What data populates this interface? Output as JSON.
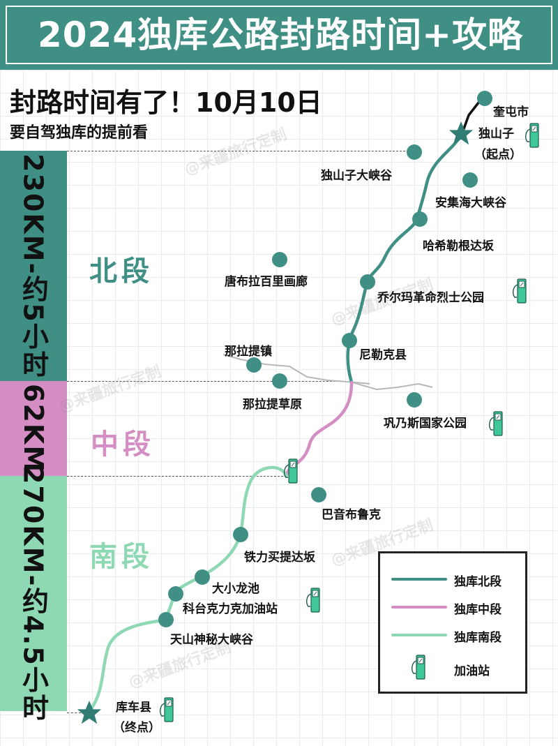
{
  "banner": {
    "title": "2024独库公路封路时间+攻略"
  },
  "headline": "封路时间有了！10月10日",
  "subline": "要自驾独库的提前看",
  "segments": {
    "north": {
      "side_text": "230KM-约5小时",
      "name": "北段",
      "color": "#3f8f84"
    },
    "middle": {
      "side_text": "62KM",
      "name": "中段",
      "color": "#d58ec3"
    },
    "south": {
      "side_text": "270KM-约4.5小时",
      "name": "南段",
      "color": "#8ed9b4"
    }
  },
  "places": {
    "kuitun": "奎屯市",
    "dushanzi_start": "独山子",
    "dushanzi_start_note": "（起点）",
    "dushanzi_canyon": "独山子大峡谷",
    "anjihai": "安集海大峡谷",
    "haxilegen": "哈希勒根达坂",
    "qiaoerma": "乔尔玛革命烈士公园",
    "tangbula": "唐布拉百里画廊",
    "nilka": "尼勒克县",
    "nalati_town": "那拉提镇",
    "nalati_grassland": "那拉提草原",
    "gongnaisi": "巩乃斯国家公园",
    "bayinbuluke": "巴音布鲁克",
    "tielimaiti": "铁力买提达坂",
    "daxiao_longchi": "大小龙池",
    "ketaikeli": "科台克力克加油站",
    "tianshan_canyon": "天山神秘大峡谷",
    "kuche": "库车县",
    "kuche_note": "（终点）"
  },
  "legend": {
    "north": "独库北段",
    "middle": "独库中段",
    "south": "独库南段",
    "gas": "加油站"
  },
  "watermark": "@来疆旅行定制",
  "colors": {
    "banner": "#3f8f84",
    "north": "#3f8f84",
    "middle": "#d58ec3",
    "south": "#8ed9b4",
    "side_road": "#b7b7b7",
    "kuitun_road": "#111111"
  }
}
